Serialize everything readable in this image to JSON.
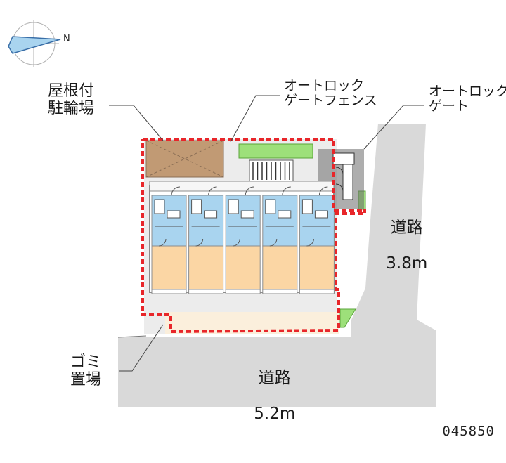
{
  "compass": {
    "north_label": "N"
  },
  "labels": {
    "roof_bike_parking": "屋根付\n駐輪場",
    "autolock_gate_fence": "オートロック\nゲートフェンス",
    "autolock_gate": "オートロック\nゲート",
    "road_east_name": "道路",
    "road_east_width": "3.8m",
    "road_south_name": "道路",
    "road_south_width": "5.2m",
    "garbage_area": "ゴミ\n置場"
  },
  "image_code": "045850",
  "colors": {
    "road": "#d9d9d9",
    "building_outline": "#8c8c8c",
    "wet_area": "#a9d4ef",
    "room": "#fbd6a4",
    "bike_parking": "#c19a74",
    "greenery": "#9de07a",
    "site_boundary": "#e8262a",
    "paving": "#e9e9e9",
    "garden": "#fbefdc",
    "stair_tile": "#6c6c6c"
  },
  "units_count": 5
}
